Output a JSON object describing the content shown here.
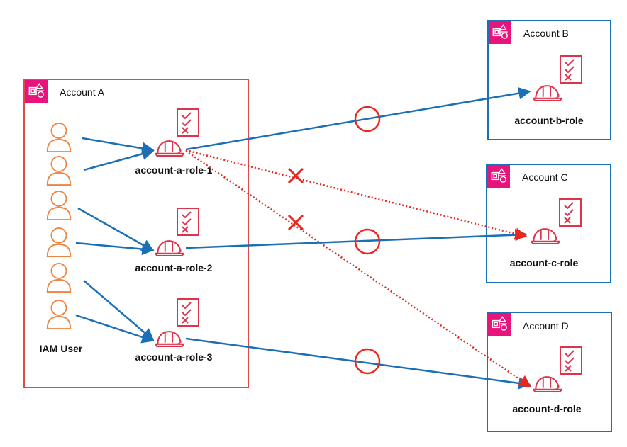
{
  "accounts": {
    "a": {
      "label": "Account A"
    },
    "b": {
      "label": "Account B"
    },
    "c": {
      "label": "Account C"
    },
    "d": {
      "label": "Account D"
    }
  },
  "roles": {
    "a1": "account-a-role-1",
    "a2": "account-a-role-2",
    "a3": "account-a-role-3",
    "b": "account-b-role",
    "c": "account-c-role",
    "d": "account-d-role"
  },
  "iam_user_label": "IAM User",
  "colors": {
    "account_a_border": "#e0474c",
    "other_account_border": "#1b6fb5",
    "account_icon_bg": "#e7157b",
    "person_icon": "#ee8440",
    "role_icon": "#dd344c",
    "arrow_allowed": "#1b6fb5",
    "arrow_denied": "#e8281f",
    "mark": "#e8281f"
  },
  "icons": {
    "account": "account-group-icon",
    "person": "iam-user-icon",
    "role": "iam-role-helmet-icon",
    "policy": "policy-checklist-icon",
    "allowed": "circle-allowed-mark",
    "denied": "cross-denied-mark"
  }
}
